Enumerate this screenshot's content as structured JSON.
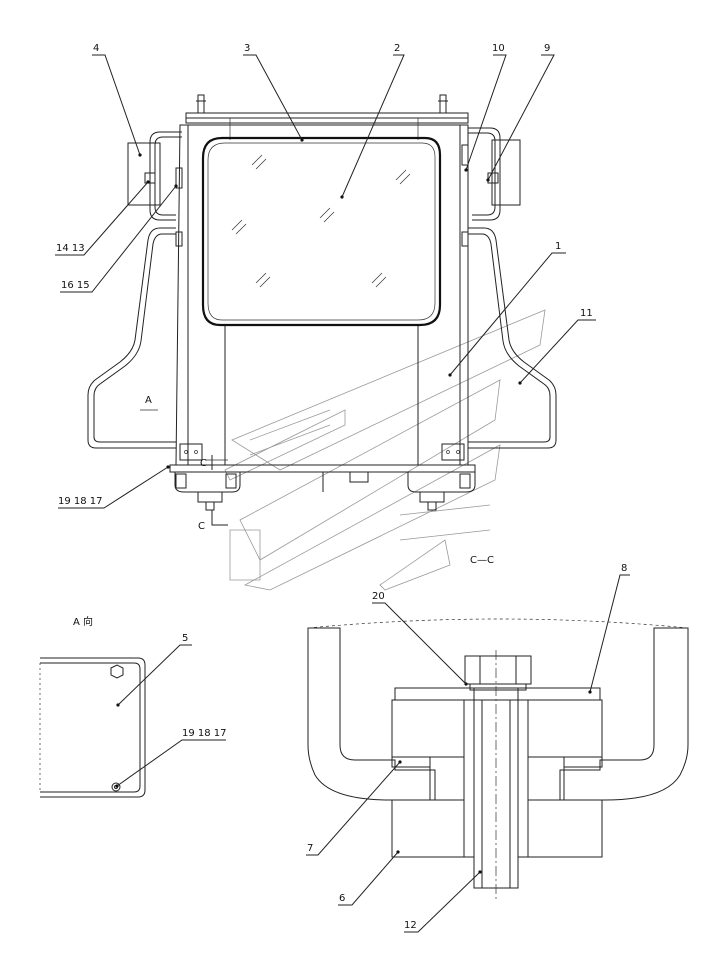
{
  "callouts": {
    "c1": "1",
    "c2": "2",
    "c3": "3",
    "c4": "4",
    "c5": "5",
    "c6": "6",
    "c7": "7",
    "c8": "8",
    "c9": "9",
    "c10": "10",
    "c11": "11",
    "c12": "12",
    "c20": "20",
    "c14_13": "14 13",
    "c16_15": "16 15",
    "c19_18_17_main": "19 18 17",
    "c19_18_17_view": "19 18 17"
  },
  "view_labels": {
    "view_a_marker": "A",
    "view_a_title": "A 向",
    "section_c_top": "C",
    "section_c_bottom": "C",
    "section_title": "C—C"
  }
}
